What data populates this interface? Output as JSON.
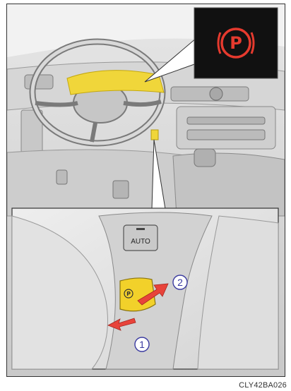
{
  "figure": {
    "code": "CLY42BA026",
    "indicator": {
      "symbol": "P",
      "color": "#e53a2e"
    },
    "switch": {
      "auto_label": "AUTO",
      "symbol": "P",
      "color": "#f2d12a"
    },
    "callouts": [
      {
        "number": "1",
        "direction": "push-down"
      },
      {
        "number": "2",
        "direction": "pull-up"
      }
    ],
    "arrow_color": "#e8433a"
  }
}
